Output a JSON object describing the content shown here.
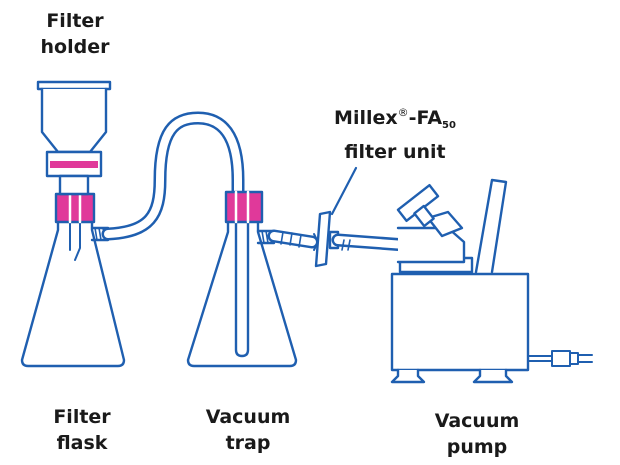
{
  "colors": {
    "outline": "#1f5fb0",
    "seal": "#e0399a",
    "text": "#1a1a1a",
    "background": "#ffffff"
  },
  "labels": {
    "filter_holder": {
      "line1": "Filter",
      "line2": "holder"
    },
    "millex": {
      "name": "Millex",
      "reg": "®",
      "code": "-FA",
      "subscript": "50",
      "line2": "filter unit"
    },
    "filter_flask": {
      "line1": "Filter",
      "line2": "flask"
    },
    "vacuum_trap": {
      "line1": "Vacuum",
      "line2": "trap"
    },
    "vacuum_pump": {
      "line1": "Vacuum",
      "line2": "pump"
    }
  }
}
